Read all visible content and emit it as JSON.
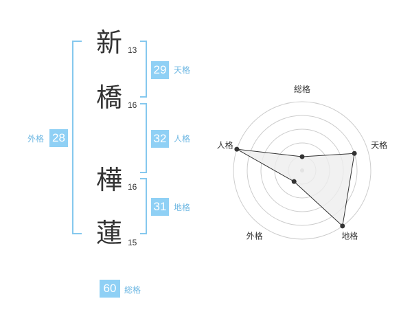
{
  "characters": [
    {
      "char": "新",
      "strokes": "13"
    },
    {
      "char": "橋",
      "strokes": "16"
    },
    {
      "char": "樺",
      "strokes": "16"
    },
    {
      "char": "蓮",
      "strokes": "15"
    }
  ],
  "kakusu": {
    "tenkaku": {
      "value": "29",
      "label": "天格"
    },
    "jinkaku": {
      "value": "32",
      "label": "人格"
    },
    "chikaku": {
      "value": "31",
      "label": "地格"
    },
    "gaikaku": {
      "value": "28",
      "label": "外格"
    },
    "soukaku": {
      "value": "60",
      "label": "総格"
    }
  },
  "chart_data": {
    "type": "radar",
    "axes": [
      "総格",
      "天格",
      "地格",
      "外格",
      "人格"
    ],
    "values": [
      1,
      4,
      5,
      1,
      5
    ],
    "range": [
      0,
      5
    ],
    "rings": 5,
    "colors": {
      "fill": "#eeeeee",
      "line": "#333333",
      "grid": "#cccccc",
      "point": "#333333"
    }
  },
  "colors": {
    "accent": "#8fd0f5",
    "bracket": "#85c8ee",
    "label": "#6fb8e3"
  }
}
